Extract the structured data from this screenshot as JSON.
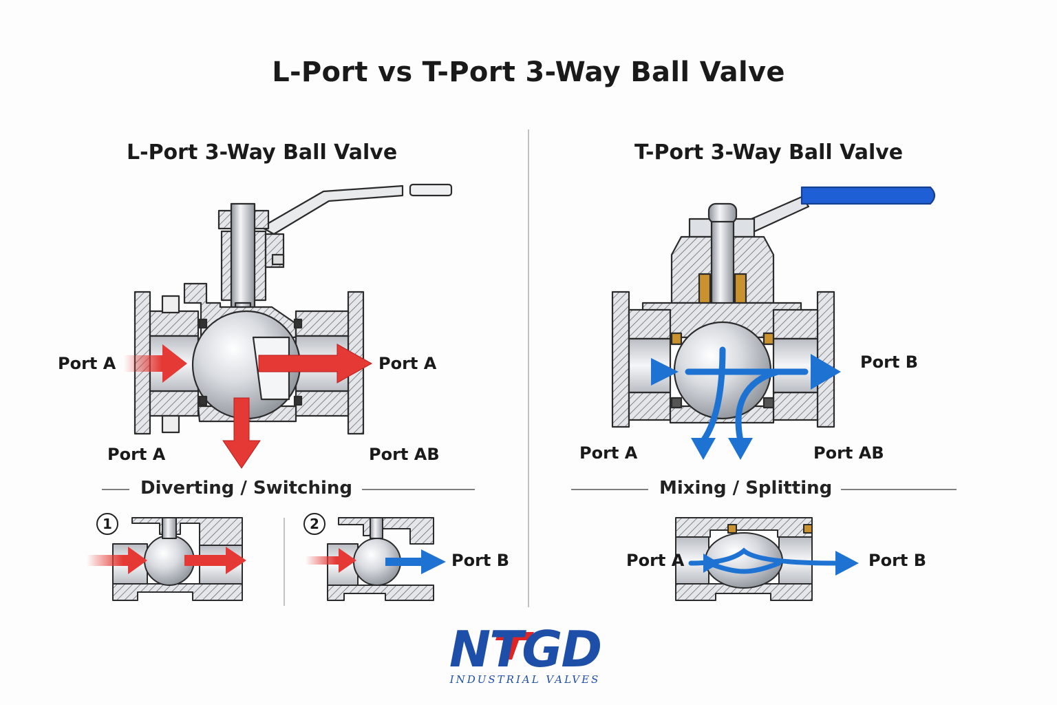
{
  "title": "L-Port vs T-Port 3-Way Ball Valve",
  "left": {
    "subtitle": "L-Port 3-Way Ball Valve",
    "port_inlet": "Port A",
    "port_outlet": "Port A",
    "port_bottom_left": "Port A",
    "port_bottom_right": "Port AB",
    "mode": "Diverting / Switching",
    "step1": "1",
    "step2": "2",
    "step2_port": "Port B"
  },
  "right": {
    "subtitle": "T-Port 3-Way Ball Valve",
    "port_outlet": "Port B",
    "port_bottom_left": "Port A",
    "port_bottom_right": "Port AB",
    "mode": "Mixing / Splitting",
    "detail_port_in": "Port A",
    "detail_port_out": "Port B"
  },
  "logo": {
    "main": "NTGD",
    "sub": "INDUSTRIAL VALVES"
  },
  "colors": {
    "red_flow": "#e53935",
    "blue_flow": "#1e73d2",
    "handle_blue": "#1f5fd6",
    "brass": "#c9922e",
    "steel": "#c9ccd1",
    "outline": "#2b2b2b",
    "logo_blue": "#1e4fa8",
    "logo_red": "#e02424"
  }
}
